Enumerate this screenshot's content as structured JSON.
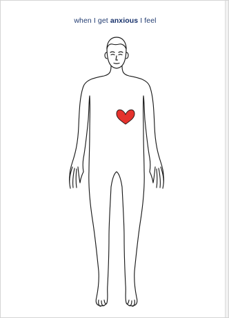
{
  "prompt": {
    "before": "when I get ",
    "emphasis": "anxious",
    "after": " I feel"
  },
  "body_figure": {
    "icon": "human-body-outline-icon",
    "stroke_color": "#1a1a1a"
  },
  "markers": [
    {
      "icon": "heart-icon",
      "color": "#e5322d",
      "region": "chest"
    }
  ]
}
